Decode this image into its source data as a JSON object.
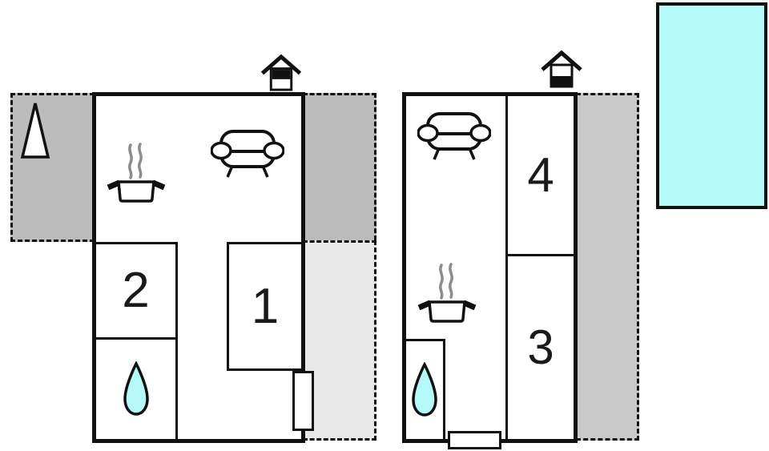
{
  "colors": {
    "wall": "#111111",
    "terrace_gray": "#bcbcbc",
    "patio_upper_gray": "#bcbcbc",
    "patio_lower_gray": "#e8e8e8",
    "patio_right_gray": "#c9c9c9",
    "pool_cyan": "#b5f8f8",
    "water_drop_cyan": "#b5f8f8",
    "steam_gray": "#8c8c8c"
  },
  "left_unit": {
    "name": "left-floor-plan",
    "terrace": {
      "icon": "tree-icon"
    },
    "chimney_icon": "chimney-icon",
    "living_icons": [
      "sofa-icon",
      "cooking-pot-icon"
    ],
    "rooms": [
      {
        "label": "2"
      },
      {
        "label": "1"
      }
    ],
    "bathroom": {
      "icon": "water-drop-icon"
    },
    "door": "door-right-wall"
  },
  "right_unit": {
    "name": "right-floor-plan",
    "chimney_icon": "chimney-icon",
    "living_icons": [
      "sofa-icon",
      "cooking-pot-icon"
    ],
    "rooms": [
      {
        "label": "4"
      },
      {
        "label": "3"
      }
    ],
    "bathroom": {
      "icon": "water-drop-icon"
    },
    "door": "door-bottom-wall"
  },
  "pool": {
    "name": "swimming-pool"
  }
}
